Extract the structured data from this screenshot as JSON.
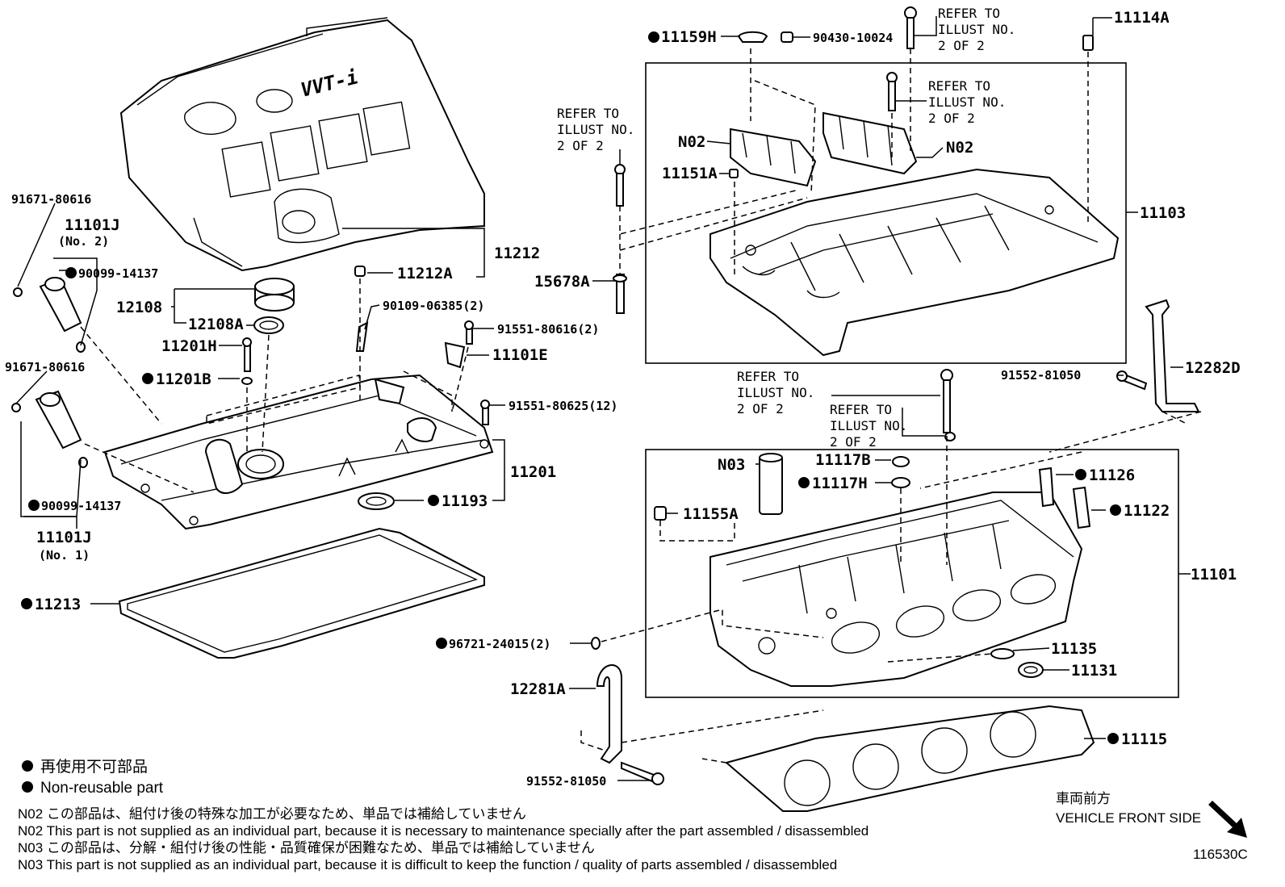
{
  "refer_text": [
    "REFER TO",
    "ILLUST NO.",
    "2 OF 2"
  ],
  "labels": {
    "p11159H": "11159H",
    "p90430": "90430-10024",
    "p11114A": "11114A",
    "pN02a": "N02",
    "pN02b": "N02",
    "p11151A": "11151A",
    "p11103": "11103",
    "p15678A": "15678A",
    "p11212": "11212",
    "p11212A": "11212A",
    "p12108": "12108",
    "p12108A": "12108A",
    "p90109": "90109-06385(2)",
    "p91551a": "91551-80616(2)",
    "p11201H": "11201H",
    "p11101E": "11101E",
    "p11201B": "11201B",
    "p91551b": "91551-80625(12)",
    "p11201": "11201",
    "p11193": "11193",
    "p11213": "11213",
    "p91671a": "91671-80616",
    "p11101Ja": "11101J",
    "p_no2": "(No. 2)",
    "p90099a": "90099-14137",
    "p91671b": "91671-80616",
    "p90099b": "90099-14137",
    "p11101Jb": "11101J",
    "p_no1": "(No. 1)",
    "p91552a": "91552-81050",
    "p12282D": "12282D",
    "pN03": "N03",
    "p11117B": "11117B",
    "p11117H": "11117H",
    "p11126": "11126",
    "p11122": "11122",
    "p11155A": "11155A",
    "p11101": "11101",
    "p96721": "96721-24015(2)",
    "p11135": "11135",
    "p11131": "11131",
    "p12281A": "12281A",
    "p11115": "11115",
    "p91552b": "91552-81050"
  },
  "legend": {
    "jp": "再使用不可部品",
    "en": "Non-reusable part"
  },
  "notes": [
    "N02  この部品は、組付け後の特殊な加工が必要なため、単品では補給していません",
    "N02  This part is not supplied as an individual part, because it is necessary to maintenance specially after the part assembled / disassembled",
    "N03  この部品は、分解・組付け後の性能・品質確保が困難なため、単品では補給していません",
    "N03  This part is not supplied as an individual part, because it is difficult to keep the function / quality of parts  assembled / disassembled"
  ],
  "vehicle_front": {
    "jp": "車両前方",
    "en": "VEHICLE FRONT SIDE"
  },
  "drawing_no": "116530C",
  "cover_logo": "VVT-i",
  "colors": {
    "ink": "#000000",
    "paper": "#ffffff"
  }
}
